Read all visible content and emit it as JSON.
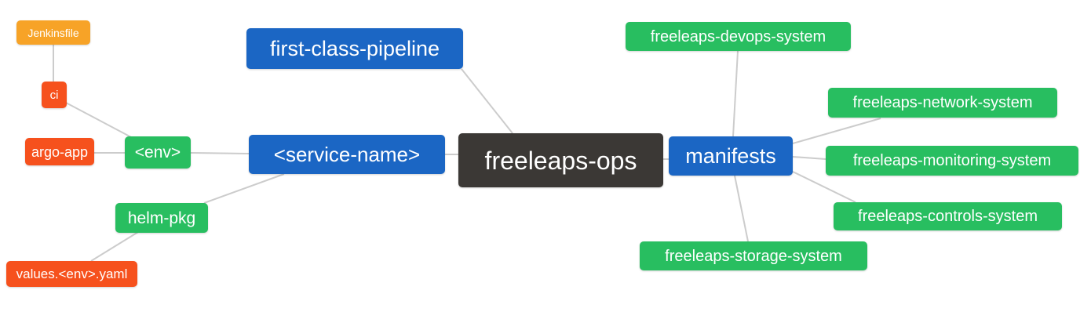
{
  "diagram": {
    "type": "mindmap",
    "background": "#ffffff",
    "root": "freeleaps-ops"
  },
  "palette": {
    "blue": "#1b66c4",
    "green": "#28be60",
    "orange": "#f7a327",
    "red": "#f6511d",
    "dark": "#3b3835",
    "text": "#ffffff",
    "edge": "#cccccc"
  },
  "nodes": {
    "jenkinsfile": {
      "label": "Jenkinsfile",
      "color": "orange"
    },
    "ci": {
      "label": "ci",
      "color": "red"
    },
    "argo_app": {
      "label": "argo-app",
      "color": "red"
    },
    "env": {
      "label": "<env>",
      "color": "green"
    },
    "helm_pkg": {
      "label": "helm-pkg",
      "color": "green"
    },
    "values_env_yaml": {
      "label": "values.<env>.yaml",
      "color": "red"
    },
    "first_class_pipeline": {
      "label": "first-class-pipeline",
      "color": "blue"
    },
    "service_name": {
      "label": "<service-name>",
      "color": "blue"
    },
    "freeleaps_ops": {
      "label": "freeleaps-ops",
      "color": "dark"
    },
    "manifests": {
      "label": "manifests",
      "color": "blue"
    },
    "devops_system": {
      "label": "freeleaps-devops-system",
      "color": "green"
    },
    "network_system": {
      "label": "freeleaps-network-system",
      "color": "green"
    },
    "monitoring_system": {
      "label": "freeleaps-monitoring-system",
      "color": "green"
    },
    "controls_system": {
      "label": "freeleaps-controls-system",
      "color": "green"
    },
    "storage_system": {
      "label": "freeleaps-storage-system",
      "color": "green"
    }
  },
  "edges": [
    {
      "from": "jenkinsfile",
      "to": "ci"
    },
    {
      "from": "ci",
      "to": "env"
    },
    {
      "from": "argo_app",
      "to": "env"
    },
    {
      "from": "env",
      "to": "service_name"
    },
    {
      "from": "helm_pkg",
      "to": "service_name"
    },
    {
      "from": "values_env_yaml",
      "to": "helm_pkg"
    },
    {
      "from": "first_class_pipeline",
      "to": "freeleaps_ops"
    },
    {
      "from": "service_name",
      "to": "freeleaps_ops"
    },
    {
      "from": "freeleaps_ops",
      "to": "manifests"
    },
    {
      "from": "manifests",
      "to": "devops_system"
    },
    {
      "from": "manifests",
      "to": "network_system"
    },
    {
      "from": "manifests",
      "to": "monitoring_system"
    },
    {
      "from": "manifests",
      "to": "controls_system"
    },
    {
      "from": "manifests",
      "to": "storage_system"
    }
  ]
}
